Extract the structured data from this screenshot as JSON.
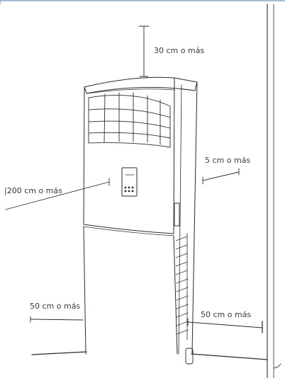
{
  "diagram": {
    "labels": {
      "top": "30 cm o más",
      "right_side": "5 cm o más",
      "front": "|200 cm o más",
      "left_bottom": "50 cm o más",
      "right_bottom": "50 cm o más"
    },
    "colors": {
      "line": "#2b2b2b",
      "accent_border": "#4a7fb5"
    },
    "icons": [
      "air-conditioner-unit",
      "remote-control-panel"
    ]
  }
}
